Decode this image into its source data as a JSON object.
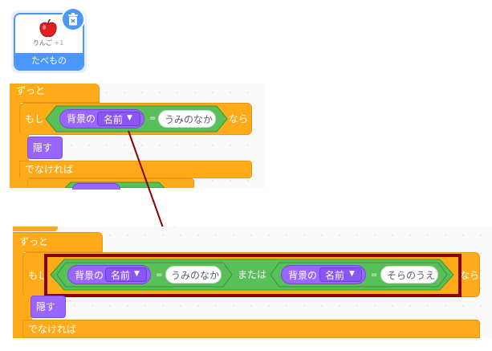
{
  "sprite": {
    "name": "りんご",
    "badge": "+1",
    "category": "たべもの"
  },
  "top_script": {
    "forever": "ずっと",
    "if": "もし",
    "backdrop_label": "背景の",
    "dropdown_value": "名前",
    "equals": "=",
    "compare_value": "うみのなか",
    "then": "なら",
    "hide": "隠す",
    "else": "でなければ"
  },
  "bottom_script": {
    "forever": "ずっと",
    "if": "もし",
    "backdrop_label_1": "背景の",
    "dropdown_value_1": "名前",
    "equals_1": "=",
    "compare_value_1": "うみのなか",
    "or": "または",
    "backdrop_label_2": "背景の",
    "dropdown_value_2": "名前",
    "equals_2": "=",
    "compare_value_2": "そらのうえ",
    "then": "なら",
    "hide": "隠す",
    "else": "でなければ"
  },
  "colors": {
    "control": "#ffab19",
    "looks": "#9966ff",
    "operators": "#59c059",
    "highlight": "#8b0000",
    "selection": "#4c97ff"
  }
}
